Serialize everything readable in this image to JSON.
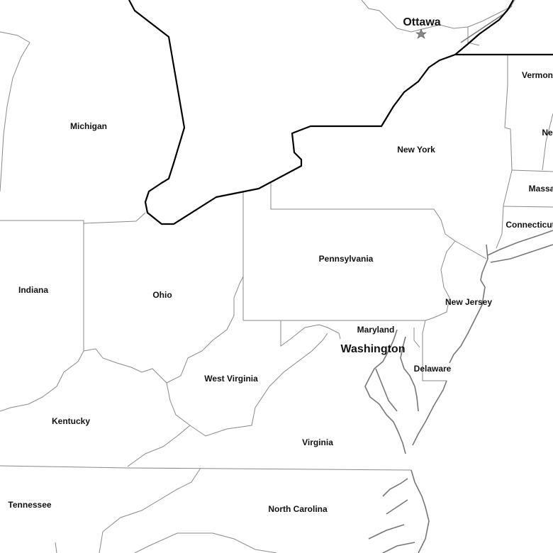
{
  "map": {
    "capitals": {
      "ottawa": "Ottawa",
      "washington": "Washington"
    },
    "states": {
      "michigan": "Michigan",
      "new_york": "New York",
      "vermont": "Vermon",
      "new_hampshire": "Ne",
      "massachusetts": "Massa",
      "connecticut": "Connecticut",
      "pennsylvania": "Pennsylvania",
      "indiana": "Indiana",
      "ohio": "Ohio",
      "new_jersey": "New Jersey",
      "maryland": "Maryland",
      "delaware": "Delaware",
      "west_virginia": "West Virginia",
      "kentucky": "Kentucky",
      "virginia": "Virginia",
      "tennessee": "Tennessee",
      "north_carolina": "North Carolina"
    },
    "capital_icon": "star-icon",
    "colors": {
      "background": "#ffffff",
      "border": "#000000",
      "state_border": "#8a8a8a"
    }
  }
}
